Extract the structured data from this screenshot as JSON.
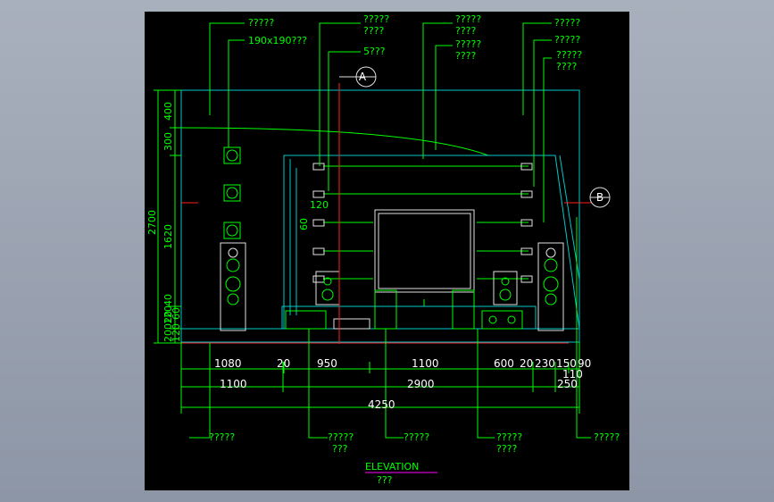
{
  "callouts_top": {
    "l1": "?????",
    "l2": "190x190???",
    "m1a": "?????",
    "m1b": "????",
    "m2": "5???",
    "c1a": "?????",
    "c1b": "????",
    "c2a": "?????",
    "c2b": "????",
    "r1": "?????",
    "r2": "?????",
    "r3a": "?????",
    "r3b": "????"
  },
  "section_marks": {
    "a": "A",
    "b": "B"
  },
  "vertical_dims": [
    "400",
    "300",
    "1620",
    "2700",
    "120",
    "60",
    "40",
    "20020",
    "120"
  ],
  "inner_dims": {
    "d120": "120",
    "d60": "60"
  },
  "horizontal_dims": {
    "row1": [
      "1080",
      "20",
      "950",
      "1100",
      "600",
      "20",
      "230",
      "150",
      "90"
    ],
    "row2": [
      "1100",
      "2900",
      "250"
    ],
    "row3": [
      "4250"
    ],
    "small": "110"
  },
  "callouts_bottom": {
    "b1": "?????",
    "b2a": "?????",
    "b2b": "???",
    "b3": "?????",
    "b4a": "?????",
    "b4b": "????",
    "b5": "?????"
  },
  "title": {
    "main": "ELEVATION",
    "sub": "???"
  },
  "colors": {
    "callout": "#00ff00",
    "wall": "#00c8c8",
    "object": "#e0e0e0",
    "axis": "#ff2020",
    "background": "#000000",
    "window_bg": "#98a1b0"
  }
}
